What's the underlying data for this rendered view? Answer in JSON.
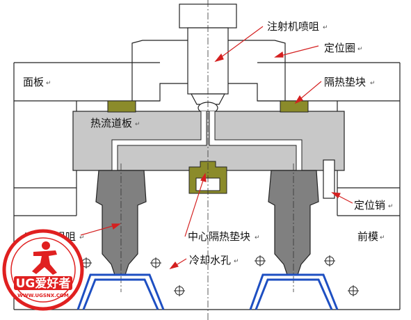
{
  "labels": {
    "nozzle": "注射机喷咀",
    "locating_ring": "定位圈",
    "top_plate": "面板",
    "insulation_block": "隔热垫块",
    "manifold": "热流道板",
    "locating_pin": "定位销",
    "secondary_nozzle": "二级热咀咀",
    "center_block": "中心隔热垫块",
    "front_mold": "前模",
    "cooling_hole": "冷却水孔"
  },
  "watermark": {
    "brand": "UG爱好者",
    "url": "WWW.UGSNX.COM"
  },
  "colors": {
    "plate": "#ffffff",
    "manifold": "#c8c8c8",
    "nozzle_body": "#808080",
    "insulator": "#8b8b2a",
    "part_outline": "#1e4fc2",
    "leader": "#d42020",
    "watermark": "#e02020"
  }
}
